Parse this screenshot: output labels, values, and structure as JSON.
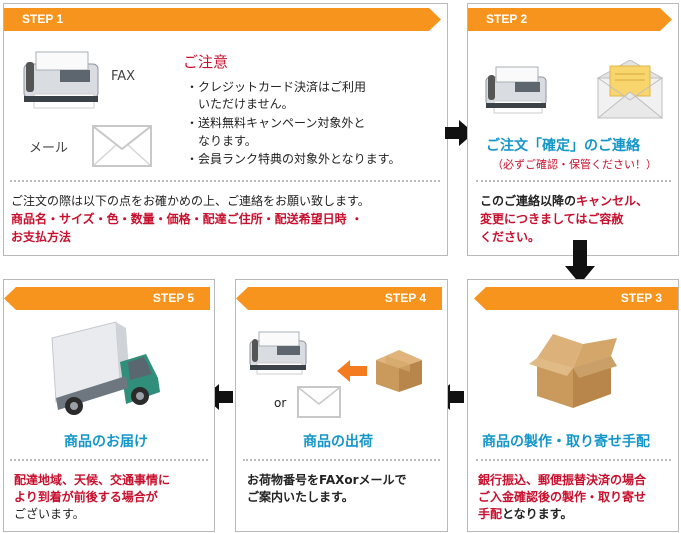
{
  "step1": {
    "tab": "STEP 1",
    "fax_label": "FAX",
    "mail_label": "メール",
    "notice_title": "ご注意",
    "notice_items": [
      "・クレジットカード決済はご利用",
      "いただけません。",
      "・送料無料キャンペーン対象外と",
      "なります。",
      "・会員ランク特典の対象外となります。"
    ],
    "bottom_line1": "ご注文の際は以下の点をお確かめの上、ご連絡をお願い致します。",
    "bottom_line2": "商品名・サイズ・色・数量・価格・配達ご住所・配送希望日時 ・",
    "bottom_line3": "お支払方法"
  },
  "step2": {
    "tab": "STEP 2",
    "heading": "ご注文「確定」のご連絡",
    "subheading": "（必ずご確認・保管ください！）",
    "line1_a": "このご連絡以降の",
    "line1_b": "キャンセル、",
    "line2": "変更につきましてはご容赦",
    "line3": "ください。"
  },
  "step3": {
    "tab": "STEP 3",
    "heading": "商品の製作・取り寄せ手配",
    "line1": "銀行振込、郵便振替決済の場合",
    "line2": "ご入金確認後の製作・取り寄せ",
    "line3_a": "手配",
    "line3_b": "となります。"
  },
  "step4": {
    "tab": "STEP 4",
    "or_label": "or",
    "heading": "商品の出荷",
    "line1": "お荷物番号をFAXorメールで",
    "line2": "ご案内いたします。"
  },
  "step5": {
    "tab": "STEP 5",
    "heading": "商品のお届け",
    "line1": "配達地域、天候、交通事情に",
    "line2": "より到着が前後する場合が",
    "line3": "ございます。"
  },
  "colors": {
    "tab_orange": "#f7941d",
    "heading_teal": "#1596c9",
    "emphasis_red": "#c8102e"
  }
}
